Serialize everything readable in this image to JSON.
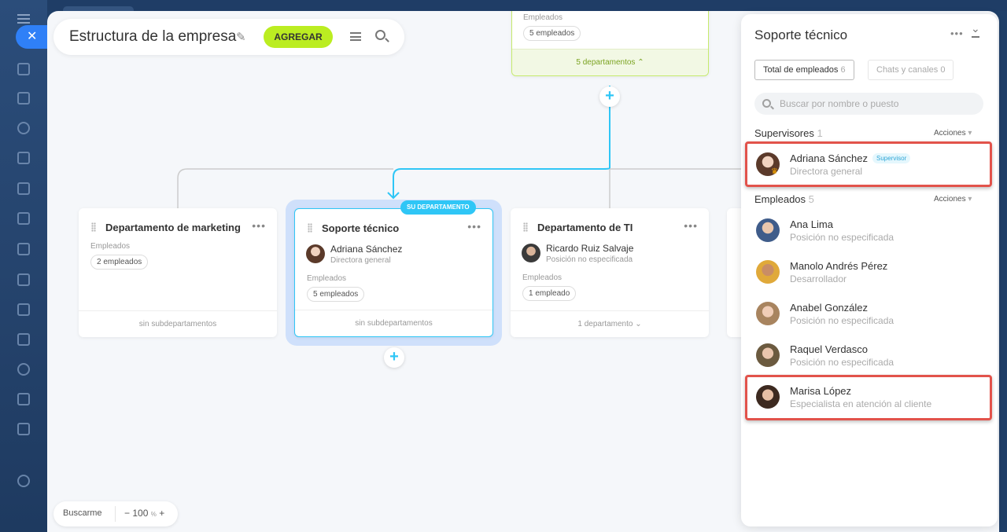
{
  "header": {
    "title": "Estructura de la empresa",
    "add_label": "AGREGAR"
  },
  "top_card": {
    "employees_label": "Empleados",
    "employees_pill": "5 empleados",
    "footer": "5 departamentos"
  },
  "cards": [
    {
      "name": "Departamento de marketing",
      "employees_label": "Empleados",
      "employees_pill": "2 empleados",
      "footer": "sin subdepartamentos"
    },
    {
      "name": "Soporte técnico",
      "badge": "SU DEPARTAMENTO",
      "manager_name": "Adriana Sánchez",
      "manager_role": "Directora general",
      "employees_label": "Empleados",
      "employees_pill": "5 empleados",
      "footer": "sin subdepartamentos"
    },
    {
      "name": "Departamento de TI",
      "manager_name": "Ricardo Ruiz Salvaje",
      "manager_role": "Posición no especificada",
      "employees_label": "Empleados",
      "employees_pill": "1 empleado",
      "footer": "1 departamento"
    }
  ],
  "bottom_bar": {
    "find_me": "Buscarme",
    "zoom_minus": "−",
    "zoom_value": "100",
    "zoom_unit": "%",
    "zoom_plus": "+"
  },
  "panel": {
    "title": "Soporte técnico",
    "tabs": [
      {
        "label": "Total de empleados",
        "count": "6"
      },
      {
        "label": "Chats y canales",
        "count": "0"
      }
    ],
    "search_placeholder": "Buscar por nombre o puesto",
    "supervisors": {
      "label": "Supervisores",
      "count": "1",
      "actions": "Acciones",
      "items": [
        {
          "name": "Adriana Sánchez",
          "role": "Directora general",
          "tag": "Supervisor"
        }
      ]
    },
    "employees": {
      "label": "Empleados",
      "count": "5",
      "actions": "Acciones",
      "items": [
        {
          "name": "Ana Lima",
          "role": "Posición no especificada"
        },
        {
          "name": "Manolo Andrés Pérez",
          "role": "Desarrollador"
        },
        {
          "name": "Anabel González",
          "role": "Posición no especificada"
        },
        {
          "name": "Raquel Verdasco",
          "role": "Posición no especificada"
        },
        {
          "name": "Marisa López",
          "role": "Especialista en atención al cliente"
        }
      ]
    }
  },
  "colors": {
    "accent": "#2fc6f6",
    "add_button": "#bbed21",
    "highlight": "#e2534b",
    "selected_bg": "#cfe0fb"
  }
}
